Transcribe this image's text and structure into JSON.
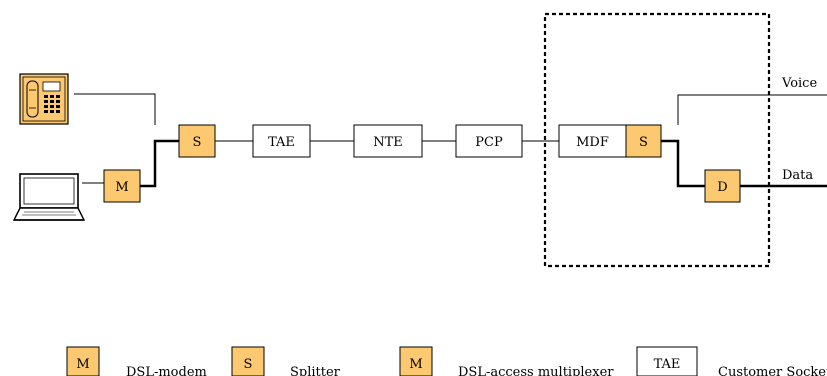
{
  "diagram": {
    "nodes": {
      "modem": "M",
      "splitter_customer": "S",
      "tae": "TAE",
      "nte": "NTE",
      "pcp": "PCP",
      "mdf": "MDF",
      "splitter_exchange": "S",
      "dslam": "D"
    },
    "line_labels": {
      "voice": "Voice",
      "data": "Data"
    },
    "icons": [
      "telephone-icon",
      "laptop-icon"
    ]
  },
  "legend": {
    "items": [
      {
        "symbol": "M",
        "label": "DSL-modem"
      },
      {
        "symbol": "S",
        "label": "Splitter"
      },
      {
        "symbol": "M",
        "label": "DSL-access multiplexer"
      },
      {
        "symbol": "TAE",
        "label": "Customer Socket"
      }
    ]
  },
  "colors": {
    "highlight_fill": "#fcc971",
    "plain_fill": "#ffffff",
    "stroke": "#000000"
  }
}
